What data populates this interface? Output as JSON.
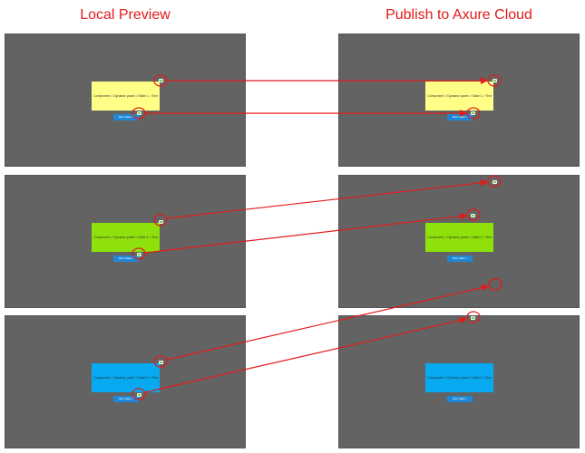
{
  "headings": {
    "left": "Local Preview",
    "right": "Publish to Axure Cloud"
  },
  "colors": {
    "annotation": "#e21b1b",
    "frame_bg": "#636363",
    "button": "#1e88d6",
    "icon": "#8bc34a"
  },
  "rows": [
    {
      "panel_color": "#ffff88",
      "panel_text": "Component > Dynamic panel > State 1 > Text",
      "button_label": "Next State >"
    },
    {
      "panel_color": "#8ee10b",
      "panel_text": "Component > Dynamic panel > State 2 > Text",
      "button_label": "Next State >"
    },
    {
      "panel_color": "#07a9f0",
      "panel_text": "Component > Dynamic panel > State 3 > Text",
      "button_label": "Next State >"
    }
  ]
}
